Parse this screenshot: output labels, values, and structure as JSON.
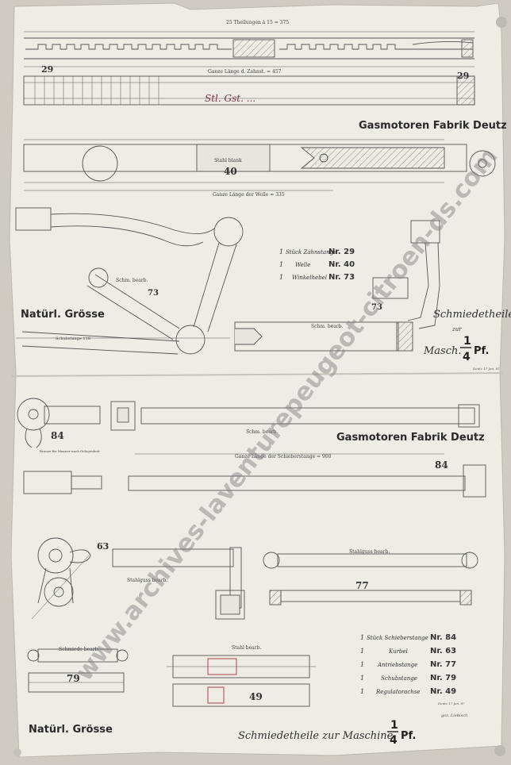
{
  "sheet": {
    "header_top": {
      "factory": "Gasmotoren Fabrik Deutz",
      "scale": "Natürl. Grösse",
      "parts_title": "Schmiedetheile",
      "parts_sub": "zur",
      "machine_prefix": "Masch.",
      "machine_numerator": "1",
      "machine_denominator": "4",
      "machine_suffix": "Pf."
    },
    "header_bottom": {
      "factory": "Gasmotoren Fabrik Deutz",
      "scale": "Natürl. Grösse",
      "title": "Schmiedetheile zur Maschine",
      "machine_numerator": "1",
      "machine_denominator": "4",
      "machine_suffix": "Pf."
    },
    "parts": {
      "p29a": "29",
      "p29b": "29",
      "p40": "40",
      "p73a": "73",
      "p73b": "73",
      "p84a": "84",
      "p84b": "84",
      "p63": "63",
      "p77": "77",
      "p79": "79",
      "p49": "49"
    },
    "labels": {
      "rack_length": "25 Theilungen à 15 = 375",
      "rack_total": "Ganze Länge d. Zahnst. = 457",
      "sign_note": "Stl. Gst. ...",
      "steel_40": "Stahl blank",
      "shaft_total": "Ganze Länge der Welle = 335",
      "forged_73": "Schm. bearb.",
      "forged_73b": "Schm. bearb.",
      "forged_84": "Schm. bearb.",
      "push_rod_total": "Ganze Länge der Schieberstange = 900",
      "pin_note": "Bronze für Manner\nnach Gelegenheit",
      "steel_cast_77": "Stahlguss bearb.",
      "steel_cast_63": "Stahlguss bearb.",
      "forged_79": "Schmiede bearb.",
      "steel_49": "Stahl bearb.",
      "connecting_rod": "Schubstange 118",
      "date_top": "Deutz 17 Jan. 87",
      "date_bottom": "Deutz 17 Jan. 87",
      "signature": "gez. Liebisch"
    },
    "list_top": [
      {
        "qty": "1",
        "name": "Stück Zahnstange",
        "no": "Nr. 29"
      },
      {
        "qty": "1",
        "name": "Welle",
        "no": "Nr. 40"
      },
      {
        "qty": "1",
        "name": "Winkelhebel",
        "no": "Nr. 73"
      }
    ],
    "list_bottom": [
      {
        "qty": "1",
        "name": "Stück Schieberstange",
        "no": "Nr. 84"
      },
      {
        "qty": "1",
        "name": "Kurbel",
        "no": "Nr. 63"
      },
      {
        "qty": "1",
        "name": "Antriebstange",
        "no": "Nr. 77"
      },
      {
        "qty": "1",
        "name": "Schubstange",
        "no": "Nr. 79"
      },
      {
        "qty": "1",
        "name": "Regulatorachse",
        "no": "Nr. 49"
      }
    ],
    "watermark": "www.archives-laventurepeugeot-citroen-ds.com"
  }
}
